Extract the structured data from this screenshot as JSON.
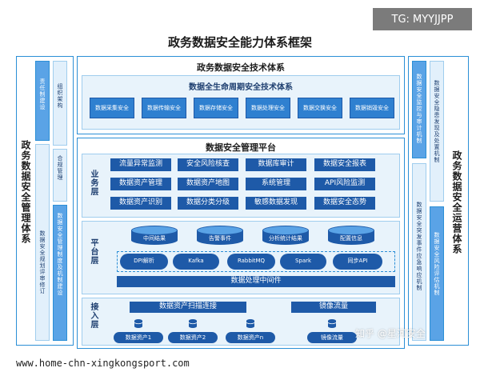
{
  "watermark_tag": "TG: MYYJJPP",
  "watermark_url": "www.home-chn-xingkongsport.com",
  "watermark_zhihu": "知乎 @星河安全",
  "main_title": "政务数据安全能力体系框架",
  "left": {
    "title": "政务数据安全管理体系",
    "col1_top": "责任制建设",
    "col1_bottom": "数据安全规划评审修订",
    "col2_top": "组织架构",
    "col2_mid": "合规管理",
    "col2_bottom": "数据安全管理制度及机制建设"
  },
  "right": {
    "title": "政务数据安全运营体系",
    "col1_top": "数据安全监控与审计机制",
    "col1_bottom": "数据安全突发事件应急响应机制",
    "col2_top": "数据安全隐患发现及处置机制",
    "col2_bottom": "数据安全风险评估机制"
  },
  "tech": {
    "title": "政务数据安全技术体系",
    "lifecycle_title": "数据全生命周期安全技术体系",
    "items": [
      "数据采集安全",
      "数据传输安全",
      "数据存储安全",
      "数据处理安全",
      "数据交换安全",
      "数据销毁安全"
    ]
  },
  "platform": {
    "title": "数据安全管理平台",
    "business_label": "业务层",
    "business_items": [
      "流量异常监测",
      "安全风险核查",
      "数据库审计",
      "数据安全报表",
      "数据资产管理",
      "数据资产地图",
      "系统管理",
      "API风险监测",
      "数据资产识别",
      "数据分类分级",
      "敏感数据发现",
      "数据安全态势"
    ],
    "platform_label": "平台层",
    "cylinders": [
      "中间结果",
      "告警事件",
      "分析统计结果",
      "配置信息"
    ],
    "pills": [
      "DPI解析",
      "Kafka",
      "RabbitMQ",
      "Spark",
      "同步API"
    ],
    "middleware": "数据处理中间件",
    "access_label": "接入层",
    "scan": "数据资产扫描连接",
    "mirror": "镜像流量",
    "assets": [
      "数据资产1",
      "数据资产2",
      "数据资产n",
      "镜像流量"
    ]
  }
}
